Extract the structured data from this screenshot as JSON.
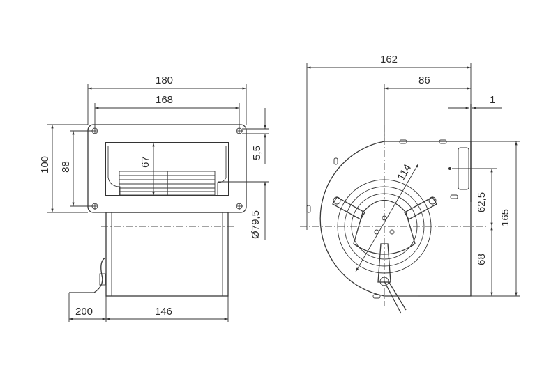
{
  "drawing": {
    "front_view": {
      "dimensions": {
        "overall_width": "180",
        "hole_spacing_width": "168",
        "overall_height": "100",
        "hole_spacing_height": "88",
        "outlet_height": "67",
        "hole_diameter": "5,5",
        "inlet_diameter": "Ø79,5",
        "cable_length": "200",
        "housing_depth": "146"
      }
    },
    "side_view": {
      "dimensions": {
        "overall_width": "162",
        "center_to_flange": "86",
        "flange_thickness": "1",
        "impeller_diameter": "114",
        "center_to_bracket_hole": "62,5",
        "overall_height": "165",
        "center_to_bottom": "68"
      }
    }
  }
}
